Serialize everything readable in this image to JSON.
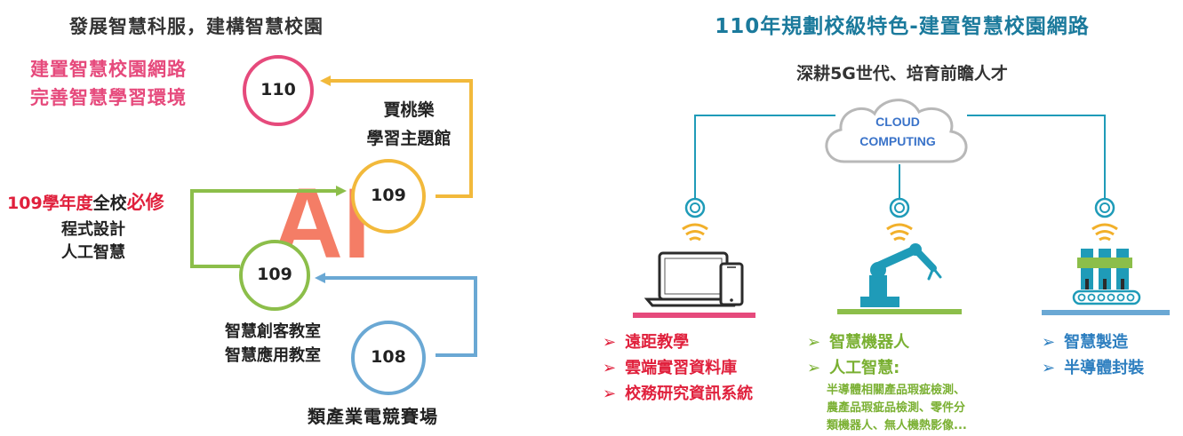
{
  "left": {
    "title": "發展智慧科服，建構智慧校園",
    "pink_text": [
      "建置智慧校園網路",
      "完善智慧學習環境"
    ],
    "yellow_text": [
      "賈桃樂",
      "學習主題館"
    ],
    "required_prefix": "109學年度",
    "required_middle": "全校",
    "required_suffix": "必修",
    "required_items": [
      "程式設計",
      "人工智慧"
    ],
    "green_text": [
      "智慧創客教室",
      "智慧應用教室"
    ],
    "blue_text": "類產業電競賽場",
    "ai_text": "AI",
    "circles": {
      "pink": "110",
      "yellow": "109",
      "green": "109",
      "blue": "108"
    }
  },
  "right": {
    "title": "110年規劃校級特色-建置智慧校園網路",
    "subtitle": "深耕5G世代、培育前瞻人才",
    "cloud_line1": "CLOUD",
    "cloud_line2": "COMPUTING",
    "col1": [
      "遠距教學",
      "雲端實習資料庫",
      "校務研究資訊系統"
    ],
    "col2": [
      "智慧機器人",
      "人工智慧:"
    ],
    "col2_detail": [
      "半導體相關產品瑕疵檢測、",
      "農產品瑕疵品檢測、零件分",
      "類機器人、無人機熱影像..."
    ],
    "col3": [
      "智慧製造",
      "半導體封裝"
    ],
    "arrow_glyph": "➢"
  },
  "colors": {
    "pink": "#e64a7c",
    "yellow": "#f2b93b",
    "green": "#8cbe4a",
    "blue": "#6aa8d4",
    "ai": "#f4735a",
    "cloud_blue": "#3a73c9",
    "wifi": "#f2b02a",
    "icon_teal": "#1f9bb8",
    "red_text": "#e0203c",
    "green_text": "#7ab032",
    "blue_text": "#2e7fc0"
  }
}
